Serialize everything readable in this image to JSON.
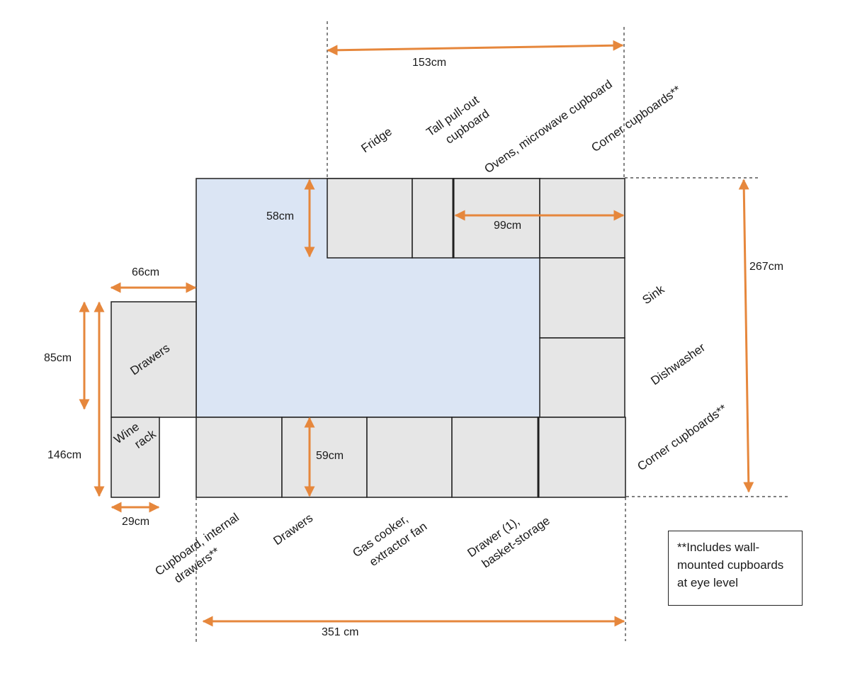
{
  "colors": {
    "floor": "#dbe5f4",
    "unit": "#e6e6e6",
    "unit_border": "#1f1f1f",
    "arrow": "#e6873c",
    "guide": "#333333"
  },
  "units": {
    "fridge": "Fridge",
    "tall_pullout": [
      "Tall pull-out",
      "cupboard"
    ],
    "ovens": "Ovens, microwave cupboard",
    "corner_top": "Corner cupboards**",
    "sink": "Sink",
    "dishwasher": "Dishwasher",
    "corner_bottom": "Corner cupboards**",
    "drawers_left": "Drawers",
    "wine_rack": [
      "Wine",
      "rack"
    ],
    "cupboard_internal": [
      "Cupboard, internal",
      "drawers**"
    ],
    "drawers_bottom": "Drawers",
    "gas_cooker": [
      "Gas cooker,",
      "extractor fan"
    ],
    "drawer_basket": [
      "Drawer (1),",
      "basket-storage"
    ]
  },
  "dimensions": {
    "top_width": "153cm",
    "oven_corner_width": "99cm",
    "top_depth": "58cm",
    "left_width": "66cm",
    "drawers_height": "85cm",
    "left_total_height": "146cm",
    "wine_width": "29cm",
    "bottom_depth": "59cm",
    "bottom_width": "351 cm",
    "right_height": "267cm"
  },
  "note": {
    "lines": [
      "**Includes wall-",
      "mounted cupboards",
      "at eye level"
    ]
  }
}
